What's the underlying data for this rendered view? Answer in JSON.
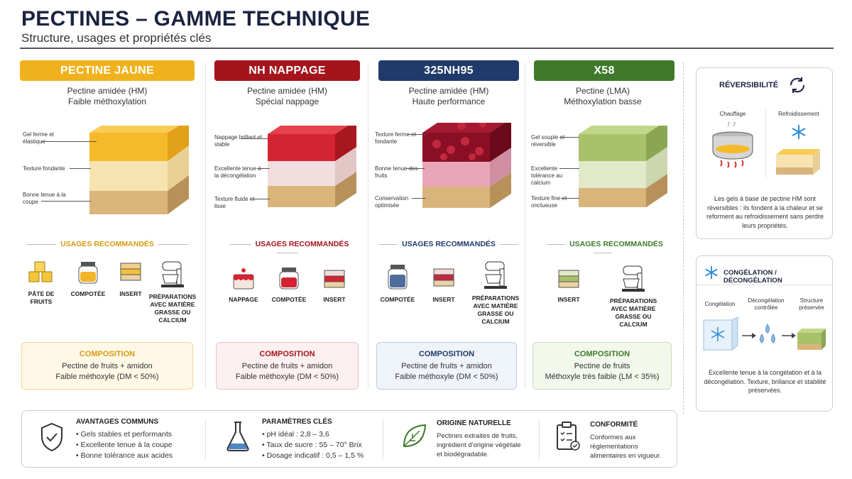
{
  "title": "PECTINES – GAMME TECHNIQUE",
  "subtitle": "Structure, usages et propriétés clés",
  "products": [
    {
      "name": "PECTINE JAUNE",
      "color": "#f0b21c",
      "type_line1": "Pectine amidée (HM)",
      "type_line2": "Faible méthoxylation",
      "callouts": [
        "Gel ferme et élastique",
        "Texture fondante",
        "Bonne tenue à la coupe"
      ],
      "usages_title": "USAGES RECOMMANDÉS",
      "usages": [
        "PÂTE DE FRUITS",
        "COMPOTÉE",
        "INSERT",
        "PRÉPARATIONS AVEC MATIÈRE GRASSE OU CALCIUM"
      ],
      "composition_title": "COMPOSITION",
      "composition_line1": "Pectine de fruits + amidon",
      "composition_line2": "Faible méthoxyle (DM < 50%)"
    },
    {
      "name": "NH NAPPAGE",
      "color": "#a5141c",
      "type_line1": "Pectine amidée (HM)",
      "type_line2": "Spécial nappage",
      "callouts": [
        "Nappage brillant et stable",
        "Excellente tenue à la décongélation",
        "Texture fluide et lisse"
      ],
      "usages_title": "USAGES RECOMMANDÉS",
      "usages": [
        "NAPPAGE",
        "COMPOTÉE",
        "INSERT"
      ],
      "composition_title": "COMPOSITION",
      "composition_line1": "Pectine de fruits + amidon",
      "composition_line2": "Faible méthoxyle (DM < 50%)"
    },
    {
      "name": "325NH95",
      "color": "#1f3a6b",
      "type_line1": "Pectine amidée (HM)",
      "type_line2": "Haute performance",
      "callouts": [
        "Texture ferme et fondante",
        "Bonne tenue des fruits",
        "Conservation optimisée"
      ],
      "usages_title": "USAGES RECOMMANDÉS",
      "usages": [
        "COMPOTÉE",
        "INSERT",
        "PRÉPARATIONS AVEC MATIÈRE GRASSE OU CALCIUM"
      ],
      "composition_title": "COMPOSITION",
      "composition_line1": "Pectine de fruits + amidon",
      "composition_line2": "Faible méthoxyle (DM < 50%)"
    },
    {
      "name": "X58",
      "color": "#3e7a2a",
      "type_line1": "Pectine (LMA)",
      "type_line2": "Méthoxylation basse",
      "callouts": [
        "Gel souple et réversible",
        "Excellente tolérance au calcium",
        "Texture fine et onctueuse"
      ],
      "usages_title": "USAGES RECOMMANDÉS",
      "usages": [
        "INSERT",
        "PRÉPARATIONS AVEC MATIÈRE GRASSE OU CALCIUM"
      ],
      "composition_title": "COMPOSITION",
      "composition_line1": "Pectine de fruits",
      "composition_line2": "Méthoxyle très faible (LM < 35%)"
    }
  ],
  "reversibility": {
    "title": "RÉVERSIBILITÉ",
    "icon": "refresh-icon",
    "heating": "Chauffage",
    "cooling": "Refroidissement",
    "text": "Les gels à base de pectine HM sont réversibles : ils fondent à la chaleur et se reforment au refroidissement sans perdre leurs propriétés."
  },
  "freezing": {
    "title": "CONGÉLATION / DÉCONGÉLATION",
    "icon": "snowflake-icon",
    "step1": "Congélation",
    "step2": "Décongélation contrôlée",
    "step3": "Structure préservée",
    "text": "Excellente tenue à la congélation et à la décongélation. Texture, brillance et stabilité préservées."
  },
  "footer": {
    "advantages_title": "AVANTAGES COMMUNS",
    "advantages": [
      "• Gels stables et performants",
      "• Excellente tenue à la coupe",
      "• Bonne tolérance aux acides"
    ],
    "params_title": "PARAMÈTRES CLÉS",
    "params": [
      "• pH idéal : 2,8 – 3,6",
      "• Taux de sucre : 55 – 70° Brix",
      "• Dosage indicatif : 0,5 – 1,5 %"
    ],
    "origin_title": "ORIGINE NATURELLE",
    "origin_text": [
      "Pectines extraites de fruits,",
      "ingrédient d'origine végétale",
      "et biodégradable."
    ],
    "conformity_title": "CONFORMITÉ",
    "conformity_text": [
      "Conformes aux réglementations",
      "alimentaires en vigueur."
    ]
  }
}
